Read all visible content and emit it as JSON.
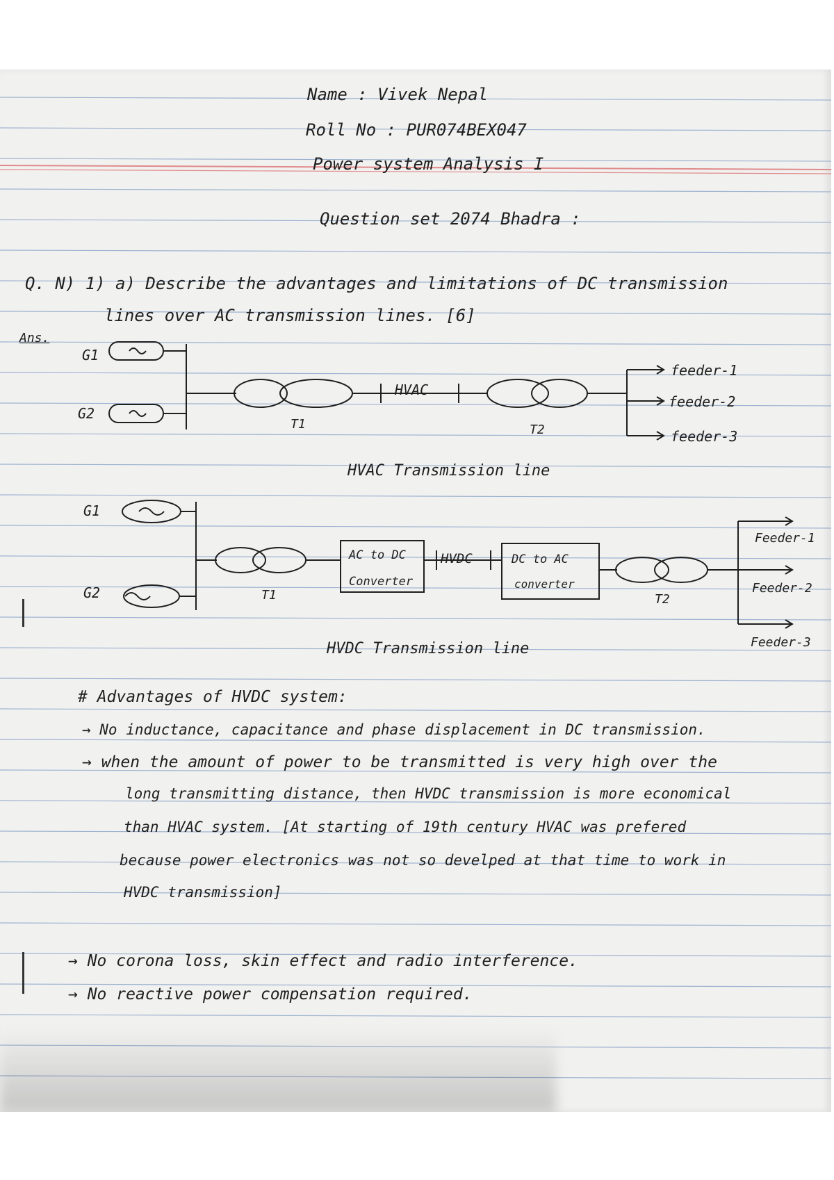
{
  "header": {
    "name": "Name : Vivek Nepal",
    "roll": "Roll No : PUR074BEX047",
    "subject": "Power system Analysis I"
  },
  "question_set": "Question set 2074 Bhadra :",
  "question": {
    "line1": "Q. N) 1) a) Describe the advantages and limitations of DC transmission",
    "line2": "lines over AC transmission lines. [6]"
  },
  "ans_label": "Ans.",
  "hvac_diagram": {
    "g1": "G1",
    "g2": "G2",
    "t1": "T1",
    "t2": "T2",
    "line_label": "HVAC",
    "feeders": [
      "feeder-1",
      "feeder-2",
      "feeder-3"
    ],
    "caption": "HVAC Transmission line"
  },
  "hvdc_diagram": {
    "g1": "G1",
    "g2": "G2",
    "t1": "T1",
    "t2": "T2",
    "converter1": [
      "AC to DC",
      "Converter"
    ],
    "line_label": "HVDC",
    "converter2": [
      "DC to AC",
      "converter"
    ],
    "feeders": [
      "Feeder-1",
      "Feeder-2",
      "Feeder-3"
    ],
    "caption": "HVDC Transmission line"
  },
  "advantages": {
    "heading": "# Advantages of HVDC system:",
    "lines": [
      "→ No inductance, capacitance and phase displacement in DC transmission.",
      "→ when the amount of power to be transmitted is very high over the",
      "long transmitting distance, then HVDC transmission is more economical",
      "than HVAC system. [At starting of 19th century HVAC was prefered",
      "because power electronics was not so develped at that time to work in",
      "HVDC transmission]",
      "→ No corona loss, skin effect and radio interference.",
      "→ No reactive power compensation required."
    ]
  },
  "colors": {
    "ink": "#1f1f1f",
    "rule_blue": "#9fb3cf",
    "margin_red": "#e08a8a",
    "paper": "#f1f1f0"
  }
}
